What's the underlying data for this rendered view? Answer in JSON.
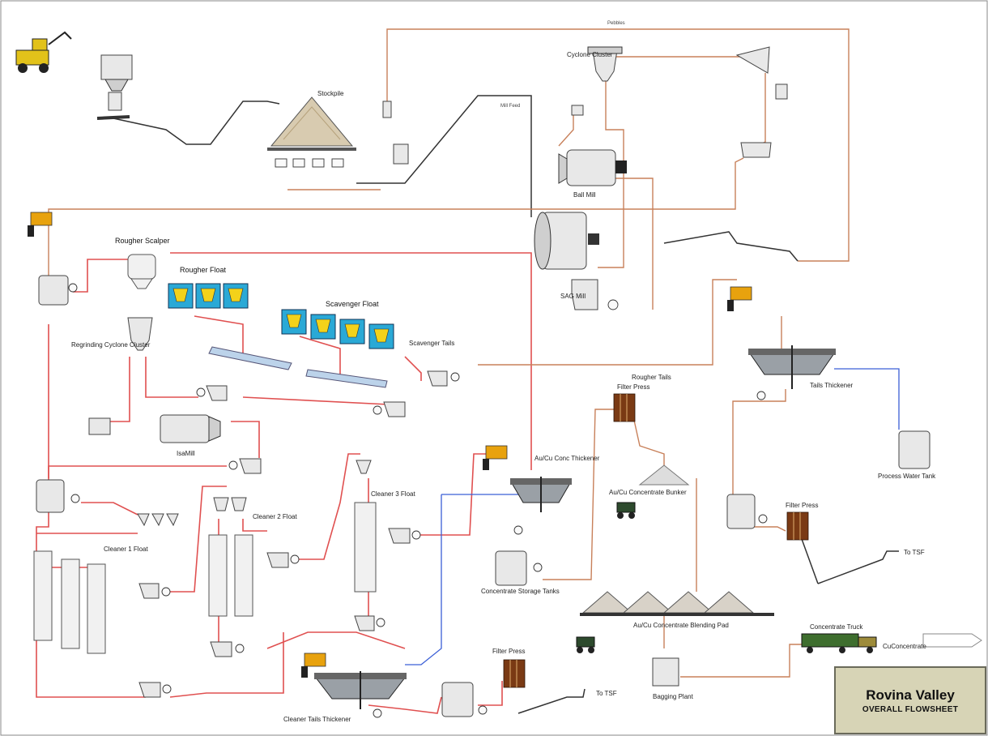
{
  "title": {
    "main": "Rovina Valley",
    "sub": "OVERALL FLOWSHEET"
  },
  "labels": {
    "ball_mill": "Ball Mill",
    "sag_mill": "SAG Mill",
    "rougher_float": "Rougher Float",
    "scavenger_float": "Scavenger Float",
    "rougher_scalper": "Rougher Scalper",
    "cleaner1_float": "Cleaner 1 Float",
    "cleaner2_float": "Cleaner 2 Float",
    "cleaner3_float": "Cleaner 3 Float",
    "cleaner_tails_thickener": "Cleaner Tails Thickener",
    "aucu_conc_thickener": "Au/Cu Conc Thickener",
    "concentrate_storage_tanks": "Concentrate Storage Tanks",
    "filter_press_1": "Filter Press",
    "filter_press_2": "Filter Press",
    "filter_press_3": "Filter Press",
    "aucu_conc_bunker": "Au/Cu Concentrate Bunker",
    "aucu_conc_blending_pad": "Au/Cu Concentrate Blending Pad",
    "bagging_plant": "Bagging Plant",
    "process_water_tank": "Process Water Tank",
    "tails_thickener": "Tails Thickener",
    "to_tsf_1": "To TSF",
    "to_tsf_2": "To TSF",
    "concentrate_truck": "Concentrate Truck",
    "cu_concentrate": "CuConcentrate",
    "stockpile": "Stockpile",
    "regrind_mill": "IsaMill",
    "regrind_cyclone": "Regrinding Cyclone Cluster",
    "cyclone_cluster": "Cyclone Cluster",
    "pebbles": "Pebbles",
    "mill_feed": "Mill Feed",
    "rougher_tails": "Rougher Tails",
    "scavenger_tails": "Scavenger Tails"
  }
}
